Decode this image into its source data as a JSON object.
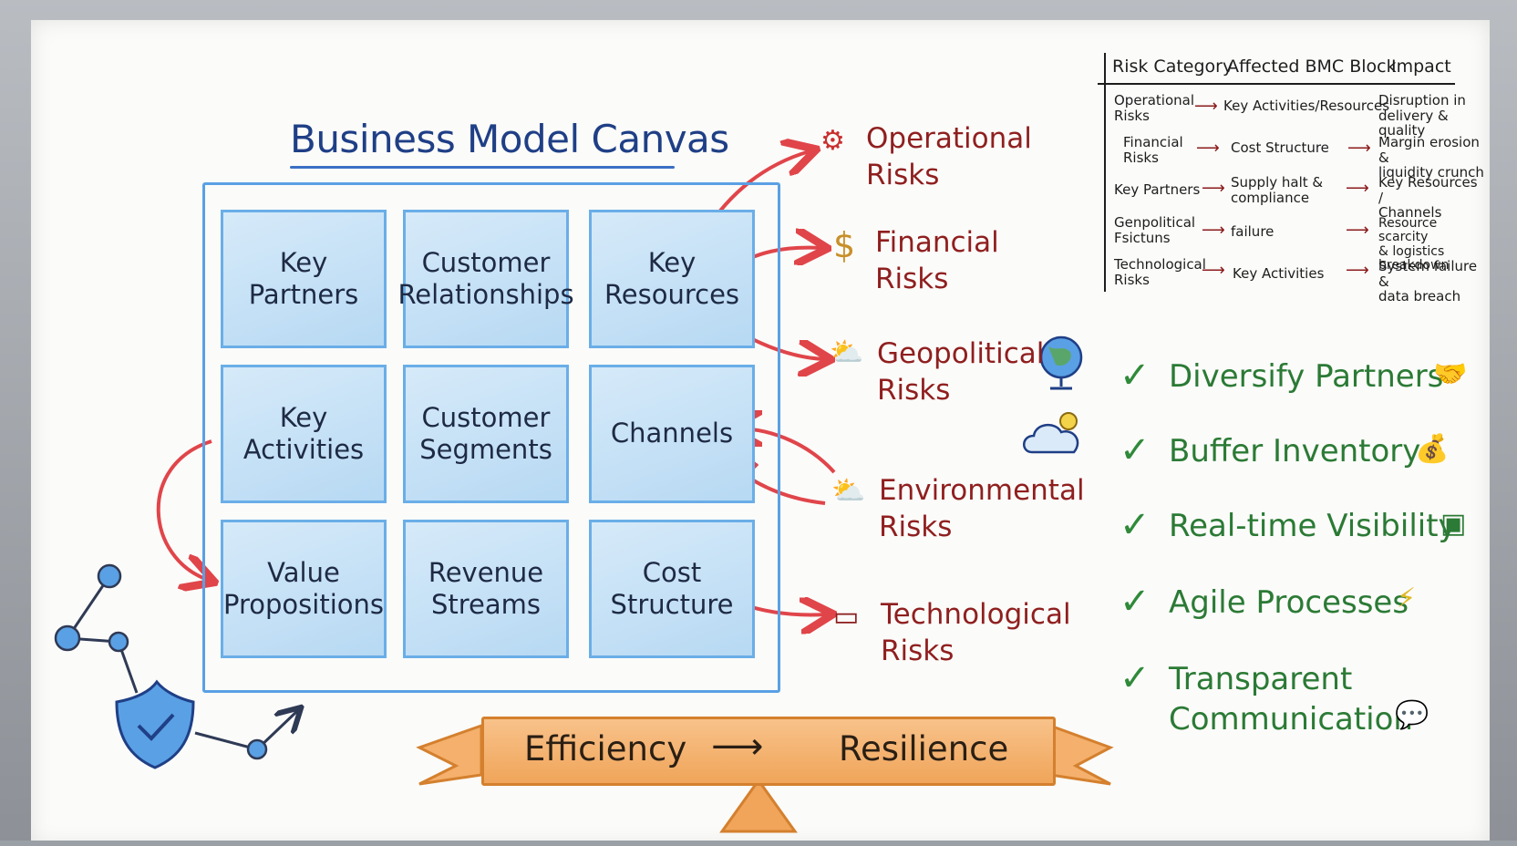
{
  "canvas": {
    "title": "Business Model Canvas",
    "blocks": [
      {
        "label": "Key\nPartners"
      },
      {
        "label": "Customer\nRelationships"
      },
      {
        "label": "Key\nResources"
      },
      {
        "label": "Key\nActivities"
      },
      {
        "label": "Customer\nSegments"
      },
      {
        "label": "Channels"
      },
      {
        "label": "Value\nPropositions"
      },
      {
        "label": "Revenue\nStreams"
      },
      {
        "label": "Cost\nStructure"
      }
    ]
  },
  "risks": [
    {
      "label": "Operational\nRisks",
      "icon": "gear-icon"
    },
    {
      "label": "Financial\nRisks",
      "icon": "dollar-icon"
    },
    {
      "label": "Geopolitical\nRisks",
      "icon": "sun-cloud-icon"
    },
    {
      "label": "Environmental\nRisks",
      "icon": "sun-cloud-icon"
    },
    {
      "label": "Technological\nRisks",
      "icon": "laptop-icon"
    }
  ],
  "risk_table": {
    "headers": [
      "Risk Category",
      "Affected BMC Block",
      "Impact"
    ],
    "rows": [
      {
        "category": "Operational\nRisks",
        "block": "Key Activities/Resources",
        "impact": "Disruption in\ndelivery & quality"
      },
      {
        "category": "Financial\nRisks",
        "block": "Cost Structure",
        "impact": "Margin erosion &\nliquidity crunch"
      },
      {
        "category": "Key Partners",
        "block": "Supply halt &\ncompliance",
        "impact": "Key Resources /\nChannels"
      },
      {
        "category": "Genpolitical\nFsictuns",
        "block": "failure",
        "impact": "Resource scarcity\n& logistics breakdown"
      },
      {
        "category": "Technological\nRisks",
        "block": "Key Activities",
        "impact": "System failure &\ndata breach"
      }
    ]
  },
  "mitigations": [
    {
      "label": "Diversify Partners",
      "icon": "handshake-icon"
    },
    {
      "label": "Buffer Inventory",
      "icon": "money-bag-icon"
    },
    {
      "label": "Real-time Visibility",
      "icon": "monitor-icon"
    },
    {
      "label": "Agile Processes",
      "icon": "lightning-icon"
    },
    {
      "label": "Transparent\nCommunication",
      "icon": "speech-bubble-icon"
    }
  ],
  "banner": {
    "left": "Efficiency",
    "arrow": "⟶",
    "right": "Resilience"
  },
  "colors": {
    "canvas_blue": "#5aa0e4",
    "risk_red": "#8f1f1f",
    "arrow_red": "#e0454a",
    "mitigation_green": "#2b7a35",
    "banner_orange": "#f0a55a"
  }
}
